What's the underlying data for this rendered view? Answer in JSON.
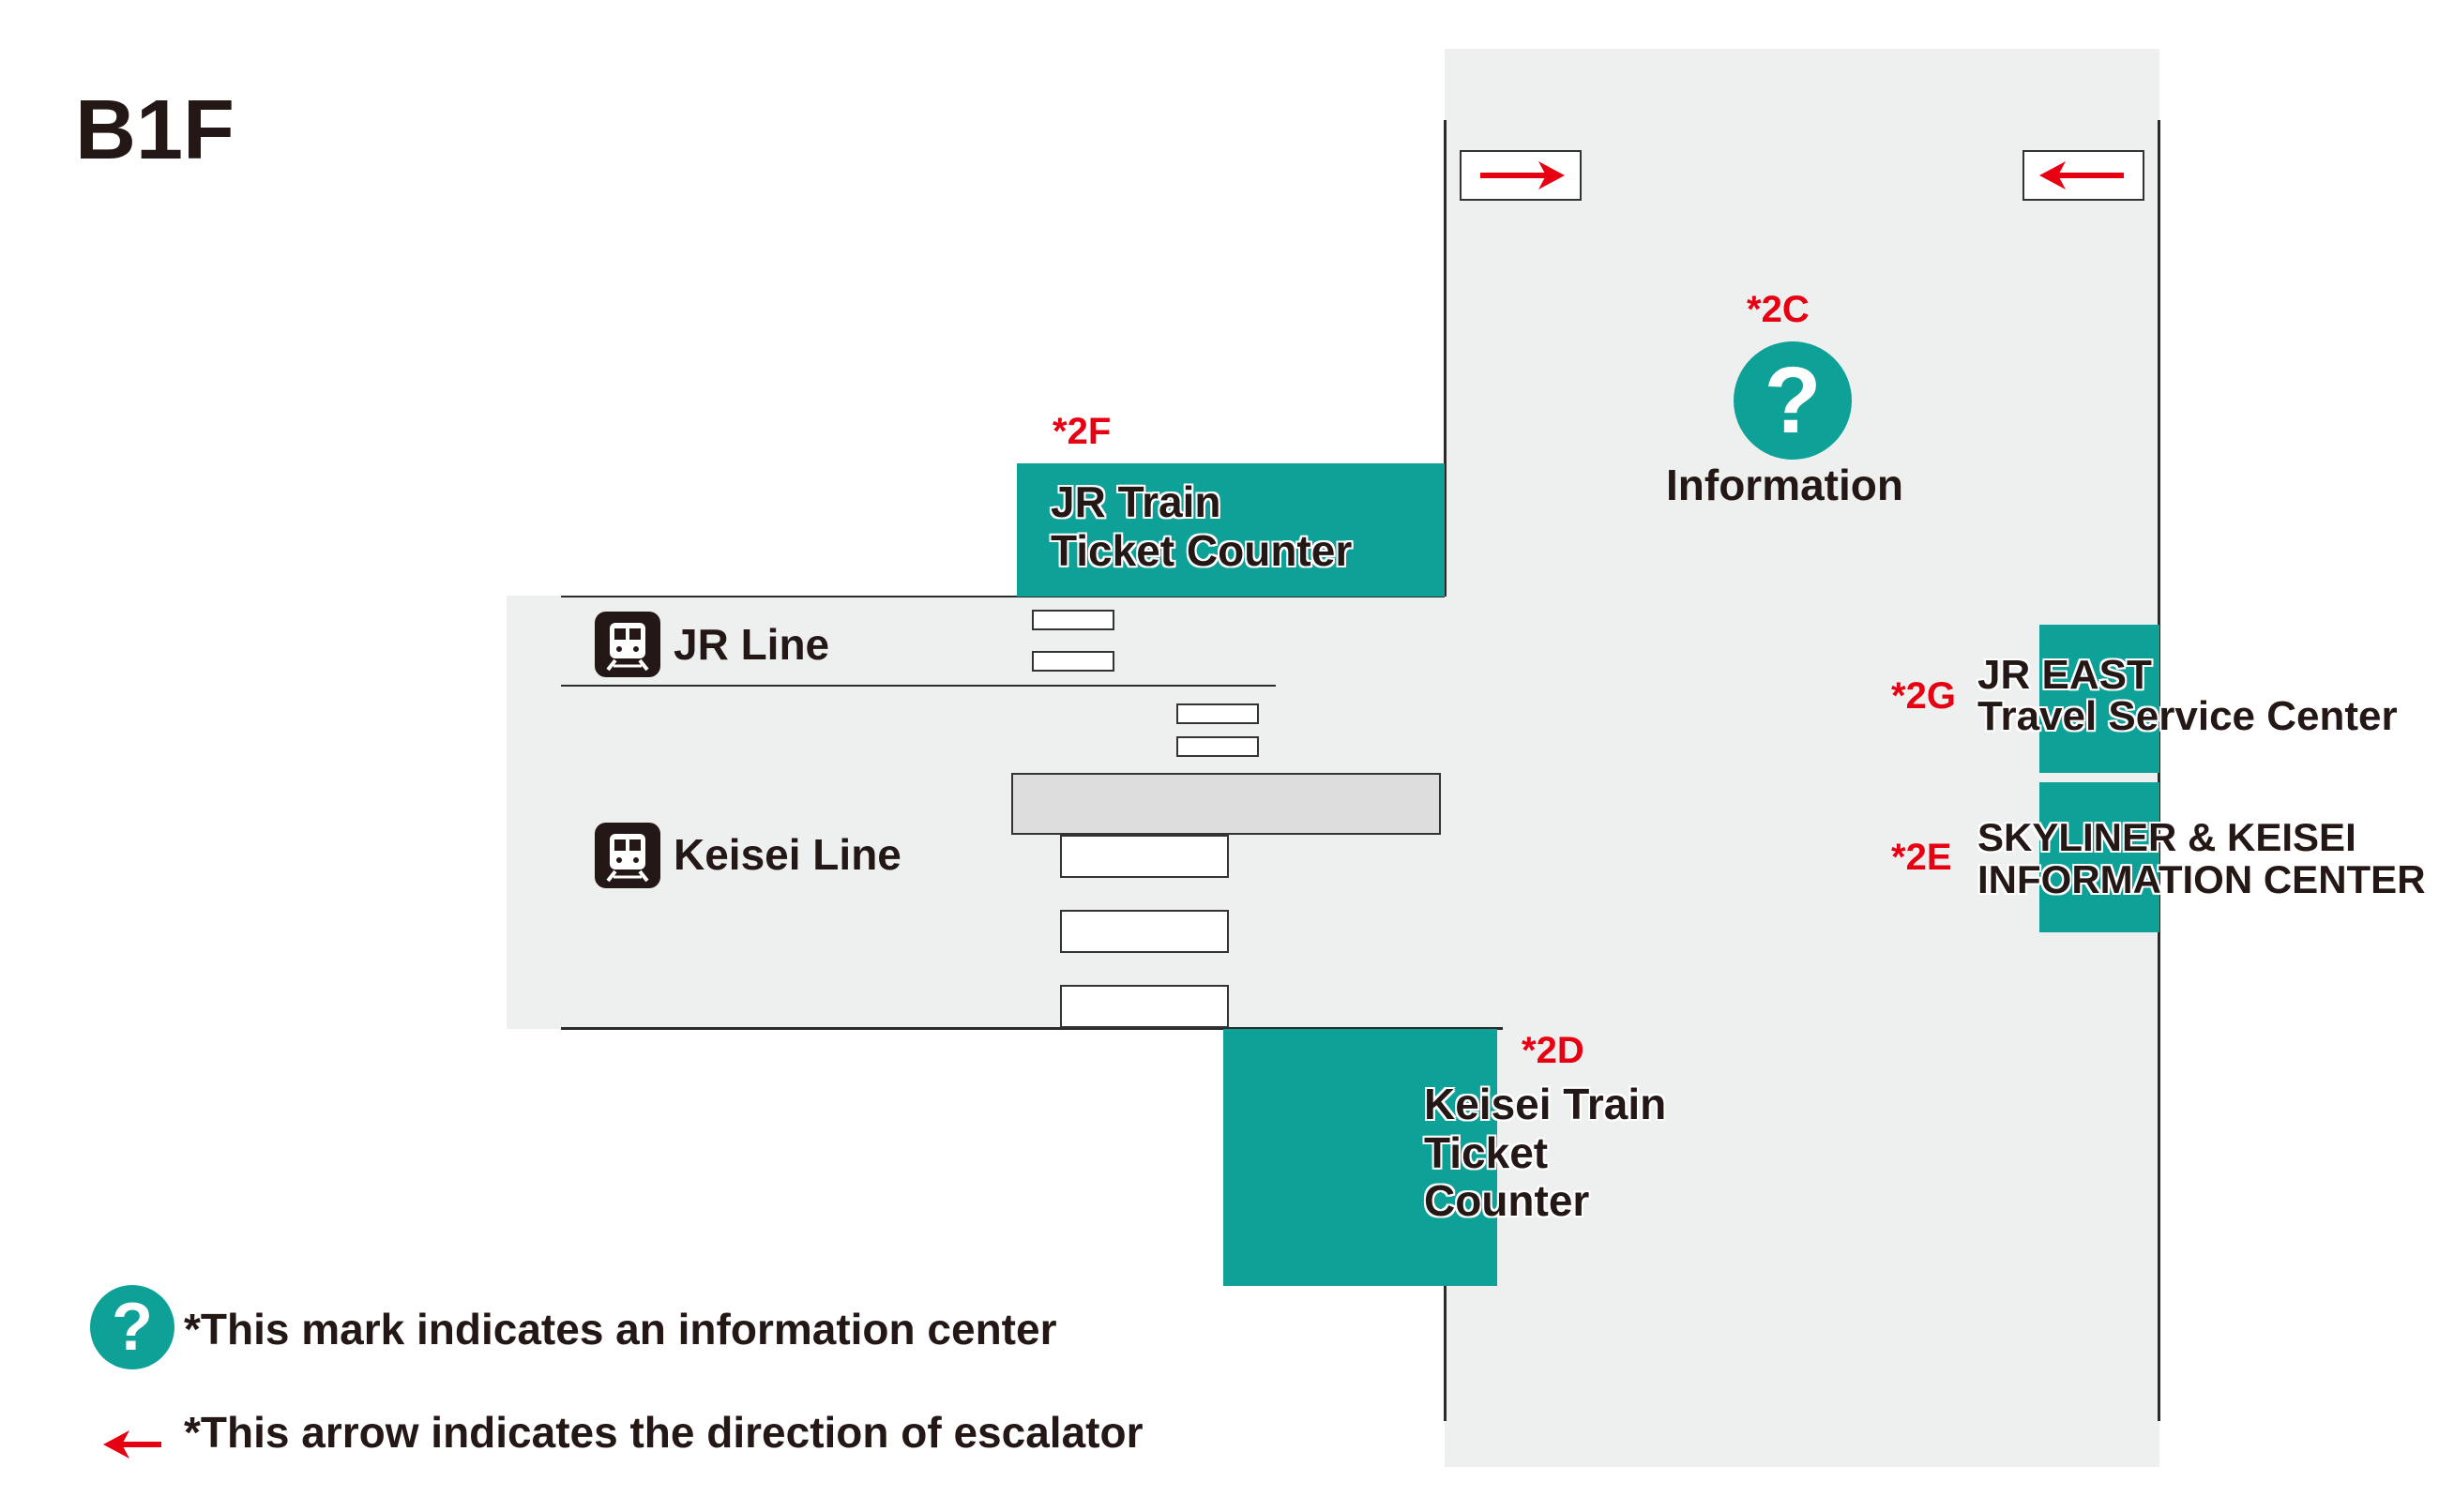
{
  "floor_label": "B1F",
  "escalators": [
    {
      "direction": "right",
      "arrow_glyph": "→"
    },
    {
      "direction": "left",
      "arrow_glyph": "←"
    }
  ],
  "locations": {
    "info_2c": {
      "code": "*2C",
      "label": "Information"
    },
    "jr_ticket_2f": {
      "code": "*2F",
      "label_line1": "JR Train",
      "label_line2": "Ticket Counter"
    },
    "jr_east_2g": {
      "code": "*2G",
      "label_line1": "JR EAST",
      "label_line2": "Travel Service Center"
    },
    "skyliner_2e": {
      "code": "*2E",
      "label_line1": "SKYLINER & KEISEI",
      "label_line2": "INFORMATION CENTER"
    },
    "keisei_ticket_2d": {
      "code": "*2D",
      "label_line1": "Keisei Train",
      "label_line2": "Ticket",
      "label_line3": "Counter"
    }
  },
  "lines": {
    "jr": {
      "label": "JR Line",
      "icon": "train-icon"
    },
    "keisei": {
      "label": "Keisei Line",
      "icon": "train-icon"
    }
  },
  "legend": {
    "info_text": "*This mark indicates an information center",
    "info_icon": "question-mark-icon",
    "arrow_text": "*This arrow indicates the direction of escalator",
    "arrow_icon": "red-arrow-icon"
  },
  "colors": {
    "teal": "#0ea197",
    "floor": "#eef0ef",
    "code_red": "#e60012",
    "text_dark": "#231815"
  }
}
